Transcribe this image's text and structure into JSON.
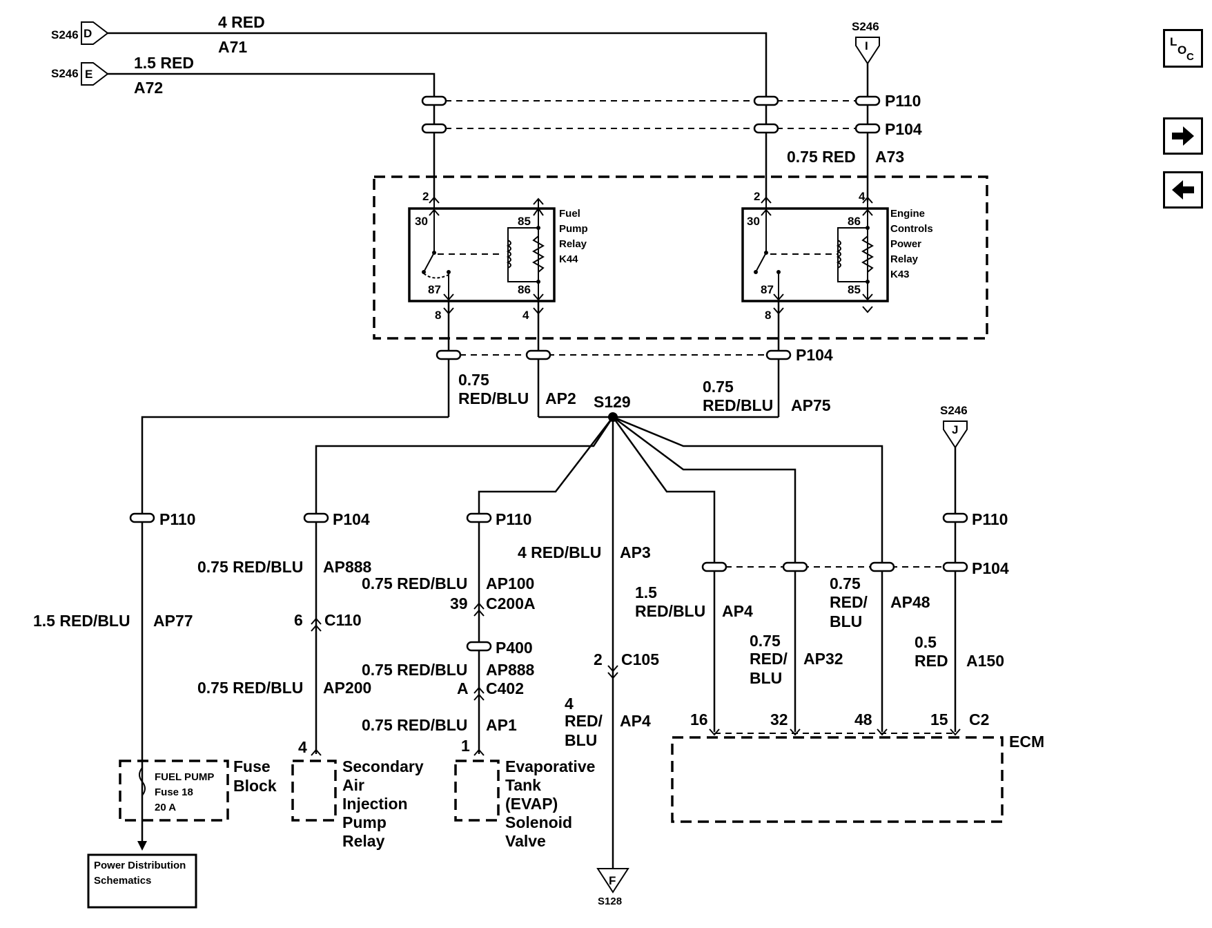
{
  "side_buttons": {
    "loc": {
      "l": "L",
      "o": "O",
      "c": "C"
    },
    "next_icon": "arrow-right-icon",
    "prev_icon": "arrow-left-icon"
  },
  "wires": {
    "a71_size": "4 RED",
    "a71": "A71",
    "a72_size": "1.5 RED",
    "a72": "A72",
    "a73_size": "0.75 RED",
    "a73": "A73",
    "ap2_size_a": "0.75",
    "ap2_size_b": "RED/BLU",
    "ap2": "AP2",
    "ap75_size_a": "0.75",
    "ap75_size_b": "RED/BLU",
    "ap75": "AP75",
    "ap77_size": "1.5 RED/BLU",
    "ap77": "AP77",
    "ap888_size": "0.75 RED/BLU",
    "ap888": "AP888",
    "ap200_size": "0.75 RED/BLU",
    "ap200": "AP200",
    "ap100_size": "0.75 RED/BLU",
    "ap100": "AP100",
    "ap888b_size": "0.75 RED/BLU",
    "ap888b": "AP888",
    "ap1_size": "0.75 RED/BLU",
    "ap1": "AP1",
    "ap3_size": "4 RED/BLU",
    "ap3": "AP3",
    "ap4a_size_a": "1.5",
    "ap4a_size_b": "RED/BLU",
    "ap4a": "AP4",
    "ap4b_size_a": "4",
    "ap4b_size_b": "RED/",
    "ap4b_size_c": "BLU",
    "ap4b": "AP4",
    "ap32_size_a": "0.75",
    "ap32_size_b": "RED/",
    "ap32_size_c": "BLU",
    "ap32": "AP32",
    "ap48_size_a": "0.75",
    "ap48_size_b": "RED/",
    "ap48_size_c": "BLU",
    "ap48": "AP48",
    "a150_size_a": "0.5",
    "a150_size_b": "RED",
    "a150": "A150"
  },
  "splices": {
    "s246": "S246",
    "pin_d": "D",
    "pin_e": "E",
    "pin_i": "I",
    "pin_j": "J",
    "s129": "S129",
    "s128": "S128",
    "pin_f": "F"
  },
  "connectors": {
    "p110": "P110",
    "p104": "P104",
    "p400": "P400",
    "c110": "C110",
    "c200a": "C200A",
    "c402": "C402",
    "c105": "C105",
    "c2": "C2"
  },
  "pins": {
    "fp_in": "2",
    "fp_out_l": "8",
    "fp_out_r": "4",
    "ec_in_l": "2",
    "ec_in_r": "4",
    "ec_out": "8",
    "c110": "6",
    "sair": "4",
    "c200a": "39",
    "c402": "A",
    "evap": "1",
    "c105": "2",
    "ecm16": "16",
    "ecm32": "32",
    "ecm48": "48",
    "ecm15": "15"
  },
  "relays": {
    "fuel_pump": {
      "t30": "30",
      "t85": "85",
      "t87": "87",
      "t86": "86",
      "name1": "Fuel",
      "name2": "Pump",
      "name3": "Relay",
      "name4": "K44"
    },
    "engine": {
      "t30": "30",
      "t86": "86",
      "t87": "87",
      "t85": "85",
      "name1": "Engine",
      "name2": "Controls",
      "name3": "Power",
      "name4": "Relay",
      "name5": "K43"
    }
  },
  "components": {
    "fuse_line1": "FUEL PUMP",
    "fuse_line2": "Fuse 18",
    "fuse_line3": "20 A",
    "fuse_block1": "Fuse",
    "fuse_block2": "Block",
    "sair1": "Secondary",
    "sair2": "Air",
    "sair3": "Injection",
    "sair4": "Pump",
    "sair5": "Relay",
    "evap1": "Evaporative",
    "evap2": "Tank",
    "evap3": "(EVAP)",
    "evap4": "Solenoid",
    "evap5": "Valve",
    "ecm": "ECM",
    "pds1": "Power Distribution",
    "pds2": "Schematics"
  }
}
